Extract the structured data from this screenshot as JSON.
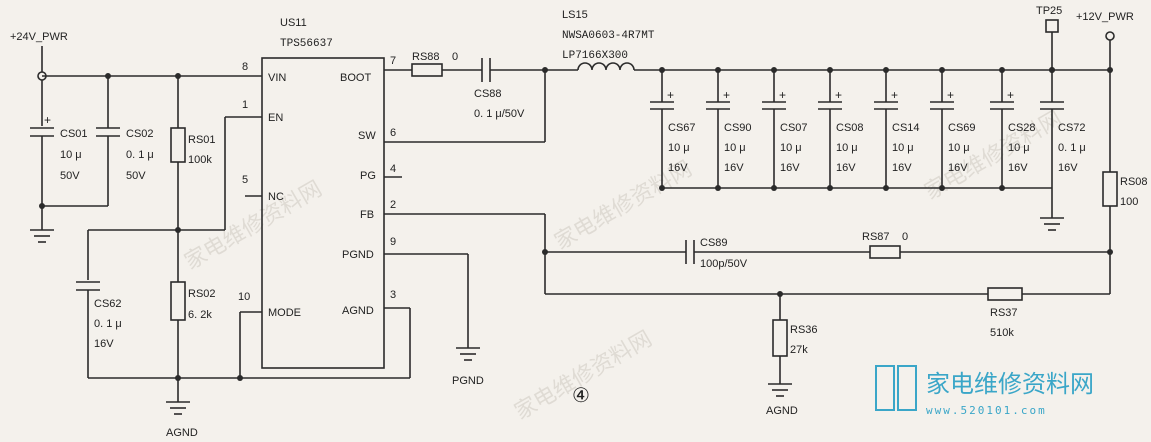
{
  "power": {
    "vin_label": "+24V_PWR",
    "vout_label": "+12V_PWR",
    "testpoint": "TP25",
    "ground_agnd": "AGND",
    "ground_pgnd": "PGND"
  },
  "ic": {
    "ref": "US11",
    "part": "TPS56637",
    "pins": [
      {
        "num": "8",
        "name": "VIN"
      },
      {
        "num": "1",
        "name": "EN"
      },
      {
        "num": "5",
        "name": "NC"
      },
      {
        "num": "10",
        "name": "MODE"
      },
      {
        "num": "7",
        "name": "BOOT"
      },
      {
        "num": "6",
        "name": "SW"
      },
      {
        "num": "4",
        "name": "PG"
      },
      {
        "num": "2",
        "name": "FB"
      },
      {
        "num": "9",
        "name": "PGND"
      },
      {
        "num": "3",
        "name": "AGND"
      }
    ]
  },
  "inductor": {
    "ref": "LS15",
    "part": "NWSA0603-4R7MT",
    "alt": "LP7166X300"
  },
  "input_caps": [
    {
      "ref": "CS01",
      "value": "10 μ",
      "voltage": "50V"
    },
    {
      "ref": "CS02",
      "value": "0. 1 μ",
      "voltage": "50V"
    }
  ],
  "resistors": [
    {
      "ref": "RS01",
      "value": "100k"
    },
    {
      "ref": "RS02",
      "value": "6. 2k"
    },
    {
      "ref": "RS88",
      "value": "0"
    },
    {
      "ref": "RS87",
      "value": "0"
    },
    {
      "ref": "RS08",
      "value": "100"
    },
    {
      "ref": "RS36",
      "value": "27k"
    },
    {
      "ref": "RS37",
      "value": "510k"
    }
  ],
  "misc_caps": [
    {
      "ref": "CS62",
      "value": "0. 1 μ",
      "voltage": "16V"
    },
    {
      "ref": "CS88",
      "value": "0. 1 μ/50V"
    },
    {
      "ref": "CS89",
      "value": "100p/50V"
    }
  ],
  "output_caps": [
    {
      "ref": "CS67",
      "value": "10 μ",
      "voltage": "16V"
    },
    {
      "ref": "CS90",
      "value": "10 μ",
      "voltage": "16V"
    },
    {
      "ref": "CS07",
      "value": "10 μ",
      "voltage": "16V"
    },
    {
      "ref": "CS08",
      "value": "10 μ",
      "voltage": "16V"
    },
    {
      "ref": "CS14",
      "value": "10 μ",
      "voltage": "16V"
    },
    {
      "ref": "CS69",
      "value": "10 μ",
      "voltage": "16V"
    },
    {
      "ref": "CS28",
      "value": "10 μ",
      "voltage": "16V"
    },
    {
      "ref": "CS72",
      "value": "0. 1 μ",
      "voltage": "16V"
    }
  ],
  "figure_number": "④",
  "watermark": {
    "text": "家电维修资料网",
    "url": "www.520101.com"
  }
}
